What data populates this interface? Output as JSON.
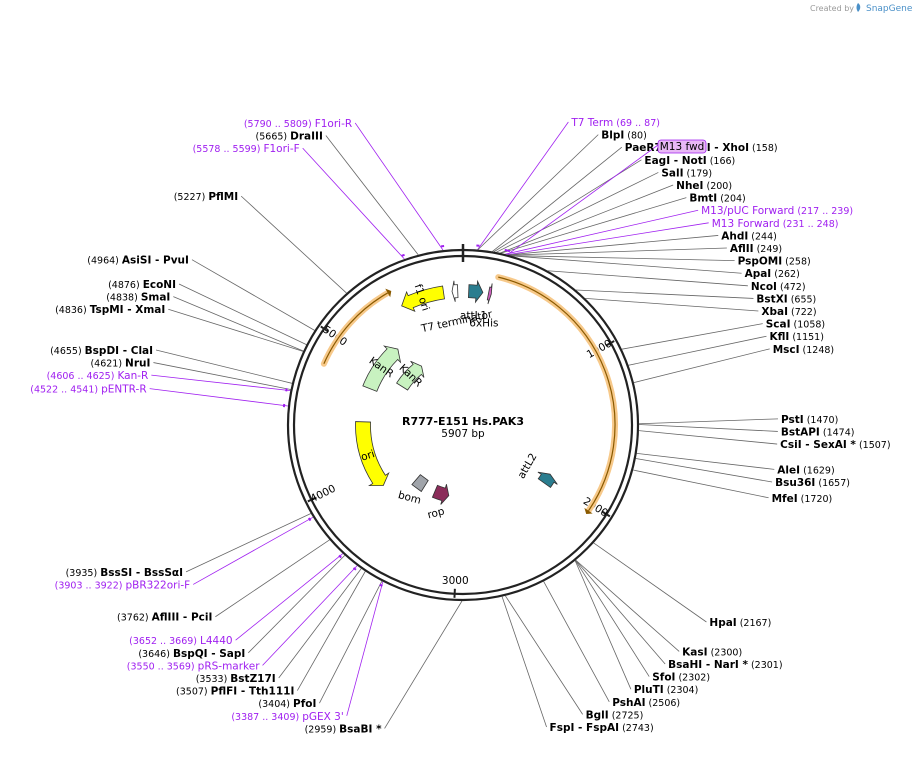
{
  "credit": {
    "prefix": "Created by",
    "brand": "SnapGene"
  },
  "plasmid": {
    "name": "R777-E151 Hs.PAK3",
    "size_label": "5907 bp",
    "length": 5907
  },
  "ticks": [
    {
      "bp": 1000,
      "label": "1000"
    },
    {
      "bp": 2000,
      "label": "2000"
    },
    {
      "bp": 3000,
      "label": "3000"
    },
    {
      "bp": 4000,
      "label": "4000"
    },
    {
      "bp": 5000,
      "label": "5000"
    }
  ],
  "features": [
    {
      "name": "attL1",
      "start": 40,
      "end": 140,
      "dir": 1,
      "ring": 0,
      "color": "#2a7d8f"
    },
    {
      "name": "6xHis",
      "start": 180,
      "end": 200,
      "dir": 1,
      "ring": 0,
      "color": "#d060c0"
    },
    {
      "name": "T7 terminator",
      "start": 5830,
      "end": 5870,
      "dir": -1,
      "ring": 0,
      "color": "#ffffff"
    },
    {
      "name": "f1 ori",
      "start": 5460,
      "end": 5770,
      "dir": -1,
      "ring": 0,
      "color": "#ffff00"
    },
    {
      "name": "attL2",
      "start": 1960,
      "end": 2060,
      "dir": -1,
      "ring": 1,
      "color": "#2a7d8f"
    },
    {
      "name": "KanR",
      "start": 4780,
      "end": 5240,
      "dir": 1,
      "ring": 1,
      "color": "#c8f2c0"
    },
    {
      "name": "KanR",
      "start": 4960,
      "end": 5330,
      "dir": 1,
      "ring": 2,
      "color": "#c8f2c0"
    },
    {
      "name": "ori",
      "start": 3820,
      "end": 4460,
      "dir": -1,
      "ring": 1,
      "color": "#ffff00"
    },
    {
      "name": "bom",
      "start": 3480,
      "end": 3620,
      "dir": 0,
      "ring": 2,
      "color": "#a0a4aa"
    },
    {
      "name": "rop",
      "start": 3140,
      "end": 3330,
      "dir": -1,
      "ring": 2,
      "color": "#8b2d5a"
    }
  ],
  "orf_arcs": [
    {
      "start": 220,
      "end": 2040,
      "dir": 1
    },
    {
      "start": 4820,
      "end": 5420,
      "dir": 1
    }
  ],
  "sites_right": [
    {
      "name": "PaeR7I - PspXI - XhoI",
      "pos": "(158)",
      "bp": 158
    },
    {
      "name": "EagI - NotI",
      "pos": "(166)",
      "bp": 166
    },
    {
      "name": "SalI",
      "pos": "(179)",
      "bp": 179
    },
    {
      "name": "NheI",
      "pos": "(200)",
      "bp": 200
    },
    {
      "name": "BmtI",
      "pos": "(204)",
      "bp": 204
    },
    {
      "name": "AhdI",
      "pos": "(244)",
      "bp": 244
    },
    {
      "name": "AflII",
      "pos": "(249)",
      "bp": 249
    },
    {
      "name": "PspOMI",
      "pos": "(258)",
      "bp": 258
    },
    {
      "name": "ApaI",
      "pos": "(262)",
      "bp": 262
    },
    {
      "name": "NcoI",
      "pos": "(472)",
      "bp": 472
    },
    {
      "name": "BstXI",
      "pos": "(655)",
      "bp": 655
    },
    {
      "name": "XbaI",
      "pos": "(722)",
      "bp": 722
    },
    {
      "name": "ScaI",
      "pos": "(1058)",
      "bp": 1058
    },
    {
      "name": "KflI",
      "pos": "(1151)",
      "bp": 1151
    },
    {
      "name": "MscI",
      "pos": "(1248)",
      "bp": 1248
    },
    {
      "name": "PstI",
      "pos": "(1470)",
      "bp": 1470
    },
    {
      "name": "BstAPI",
      "pos": "(1474)",
      "bp": 1474
    },
    {
      "name": "CsiI - SexAI *",
      "pos": "(1507)",
      "bp": 1507
    },
    {
      "name": "AleI",
      "pos": "(1629)",
      "bp": 1629
    },
    {
      "name": "Bsu36I",
      "pos": "(1657)",
      "bp": 1657
    },
    {
      "name": "MfeI",
      "pos": "(1720)",
      "bp": 1720
    },
    {
      "name": "HpaI",
      "pos": "(2167)",
      "bp": 2167
    },
    {
      "name": "KasI",
      "pos": "(2300)",
      "bp": 2300
    },
    {
      "name": "BsaHI - NarI *",
      "pos": "(2301)",
      "bp": 2301
    },
    {
      "name": "SfoI",
      "pos": "(2302)",
      "bp": 2302
    },
    {
      "name": "PluTI",
      "pos": "(2304)",
      "bp": 2304
    },
    {
      "name": "PshAI",
      "pos": "(2506)",
      "bp": 2506
    },
    {
      "name": "BglI",
      "pos": "(2725)",
      "bp": 2725
    },
    {
      "name": "FspI - FspAI",
      "pos": "(2743)",
      "bp": 2743
    }
  ],
  "sites_left": [
    {
      "name": "BlpI",
      "pos": "(80)",
      "bp": 80
    },
    {
      "name": "DraIII",
      "pos": "(5665)",
      "bp": 5665
    },
    {
      "name": "PflMI",
      "pos": "(5227)",
      "bp": 5227
    },
    {
      "name": "AsiSI - PvuI",
      "pos": "(4964)",
      "bp": 4964
    },
    {
      "name": "EcoNI",
      "pos": "(4876)",
      "bp": 4876
    },
    {
      "name": "SmaI",
      "pos": "(4838)",
      "bp": 4838
    },
    {
      "name": "TspMI - XmaI",
      "pos": "(4836)",
      "bp": 4836
    },
    {
      "name": "BspDI - ClaI",
      "pos": "(4655)",
      "bp": 4655
    },
    {
      "name": "NruI",
      "pos": "(4621)",
      "bp": 4621
    },
    {
      "name": "BssSI - BssSαI",
      "pos": "(3935)",
      "bp": 3935
    },
    {
      "name": "AflIII - PciI",
      "pos": "(3762)",
      "bp": 3762
    },
    {
      "name": "BspQI - SapI",
      "pos": "(3646)",
      "bp": 3646
    },
    {
      "name": "BstZ17I",
      "pos": "(3533)",
      "bp": 3533
    },
    {
      "name": "PflFI - Tth111I",
      "pos": "(3507)",
      "bp": 3507
    },
    {
      "name": "PfoI",
      "pos": "(3404)",
      "bp": 3404
    },
    {
      "name": "BsaBI *",
      "pos": "(2959)",
      "bp": 2959
    }
  ],
  "primers_right": [
    {
      "name": "M13/pUC Forward",
      "pos": "(217 .. 239)",
      "bp": 228
    },
    {
      "name": "M13 Forward",
      "pos": "(231 .. 248)",
      "bp": 240
    }
  ],
  "primers_left": [
    {
      "name": "T7 Term",
      "pos": "(69 .. 87)",
      "bp": 78
    },
    {
      "name": "F1ori-R",
      "pos": "(5790 .. 5809)",
      "bp": 5800
    },
    {
      "name": "F1ori-F",
      "pos": "(5578 .. 5599)",
      "bp": 5588
    },
    {
      "name": "Kan-R",
      "pos": "(4606 .. 4625)",
      "bp": 4615
    },
    {
      "name": "pENTR-R",
      "pos": "(4522 .. 4541)",
      "bp": 4532
    },
    {
      "name": "pBR322ori-F",
      "pos": "(3903 .. 3922)",
      "bp": 3912
    },
    {
      "name": "L4440",
      "pos": "(3652 .. 3669)",
      "bp": 3660
    },
    {
      "name": "pRS-marker",
      "pos": "(3550 .. 3569)",
      "bp": 3560
    },
    {
      "name": "pGEX 3'",
      "pos": "(3387 .. 3409)",
      "bp": 3398
    }
  ],
  "highlight_primer": {
    "label": "M13 fwd",
    "bp": 240
  }
}
